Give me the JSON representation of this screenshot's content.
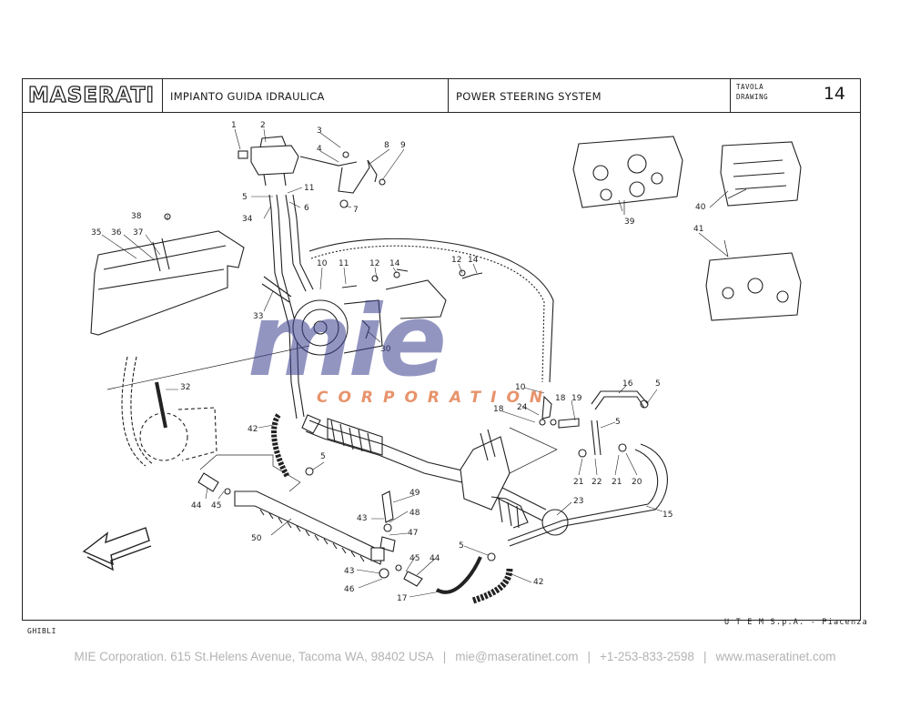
{
  "title_block": {
    "logo": "MASERATI",
    "title_it": "IMPIANTO GUIDA IDRAULICA",
    "title_en": "POWER STEERING SYSTEM",
    "tavola_label": "TAVOLA",
    "drawing_label": "DRAWING",
    "drawing_number": "14"
  },
  "model_code": "GHIBLI",
  "publisher": "U T E M  S.p.A. - Piacenza",
  "watermark": {
    "main": "mie",
    "sub": "CORPORATION",
    "colors": {
      "main": "#3b3f8f",
      "sub": "#e0703a"
    }
  },
  "contact": {
    "company": "MIE Corporation. 615 St.Helens Avenue, Tacoma WA, 98402 USA",
    "email": "mie@maseratinet.com",
    "phone": "+1-253-833-2598",
    "website": "www.maseratinet.com",
    "separator": "|"
  },
  "callouts": {
    "c1": "1",
    "c2": "2",
    "c3": "3",
    "c4": "4",
    "c8": "8",
    "c9": "9",
    "c5a": "5",
    "c11a": "11",
    "c34": "34",
    "c6": "6",
    "c7": "7",
    "c38": "38",
    "c35": "35",
    "c36": "36",
    "c37": "37",
    "c10a": "10",
    "c11b": "11",
    "c12a": "12",
    "c14a": "14",
    "c12b": "12",
    "c14b": "14",
    "c33": "33",
    "c30": "30",
    "c32": "32",
    "c39": "39",
    "c40": "40",
    "c41": "41",
    "c10b": "10",
    "c16": "16",
    "c5b": "5",
    "c24": "24",
    "c18a": "18",
    "c19": "19",
    "c18b": "18",
    "c5c": "5",
    "c42a": "42",
    "c5d": "5",
    "c21a": "21",
    "c22": "22",
    "c21b": "21",
    "c20": "20",
    "c44a": "44",
    "c45a": "45",
    "c23": "23",
    "c15": "15",
    "c49": "49",
    "c43a": "43",
    "c48": "48",
    "c47": "47",
    "c50": "50",
    "c43b": "43",
    "c45b": "45",
    "c44b": "44",
    "c46": "46",
    "c5e": "5",
    "c42b": "42",
    "c17": "17"
  }
}
